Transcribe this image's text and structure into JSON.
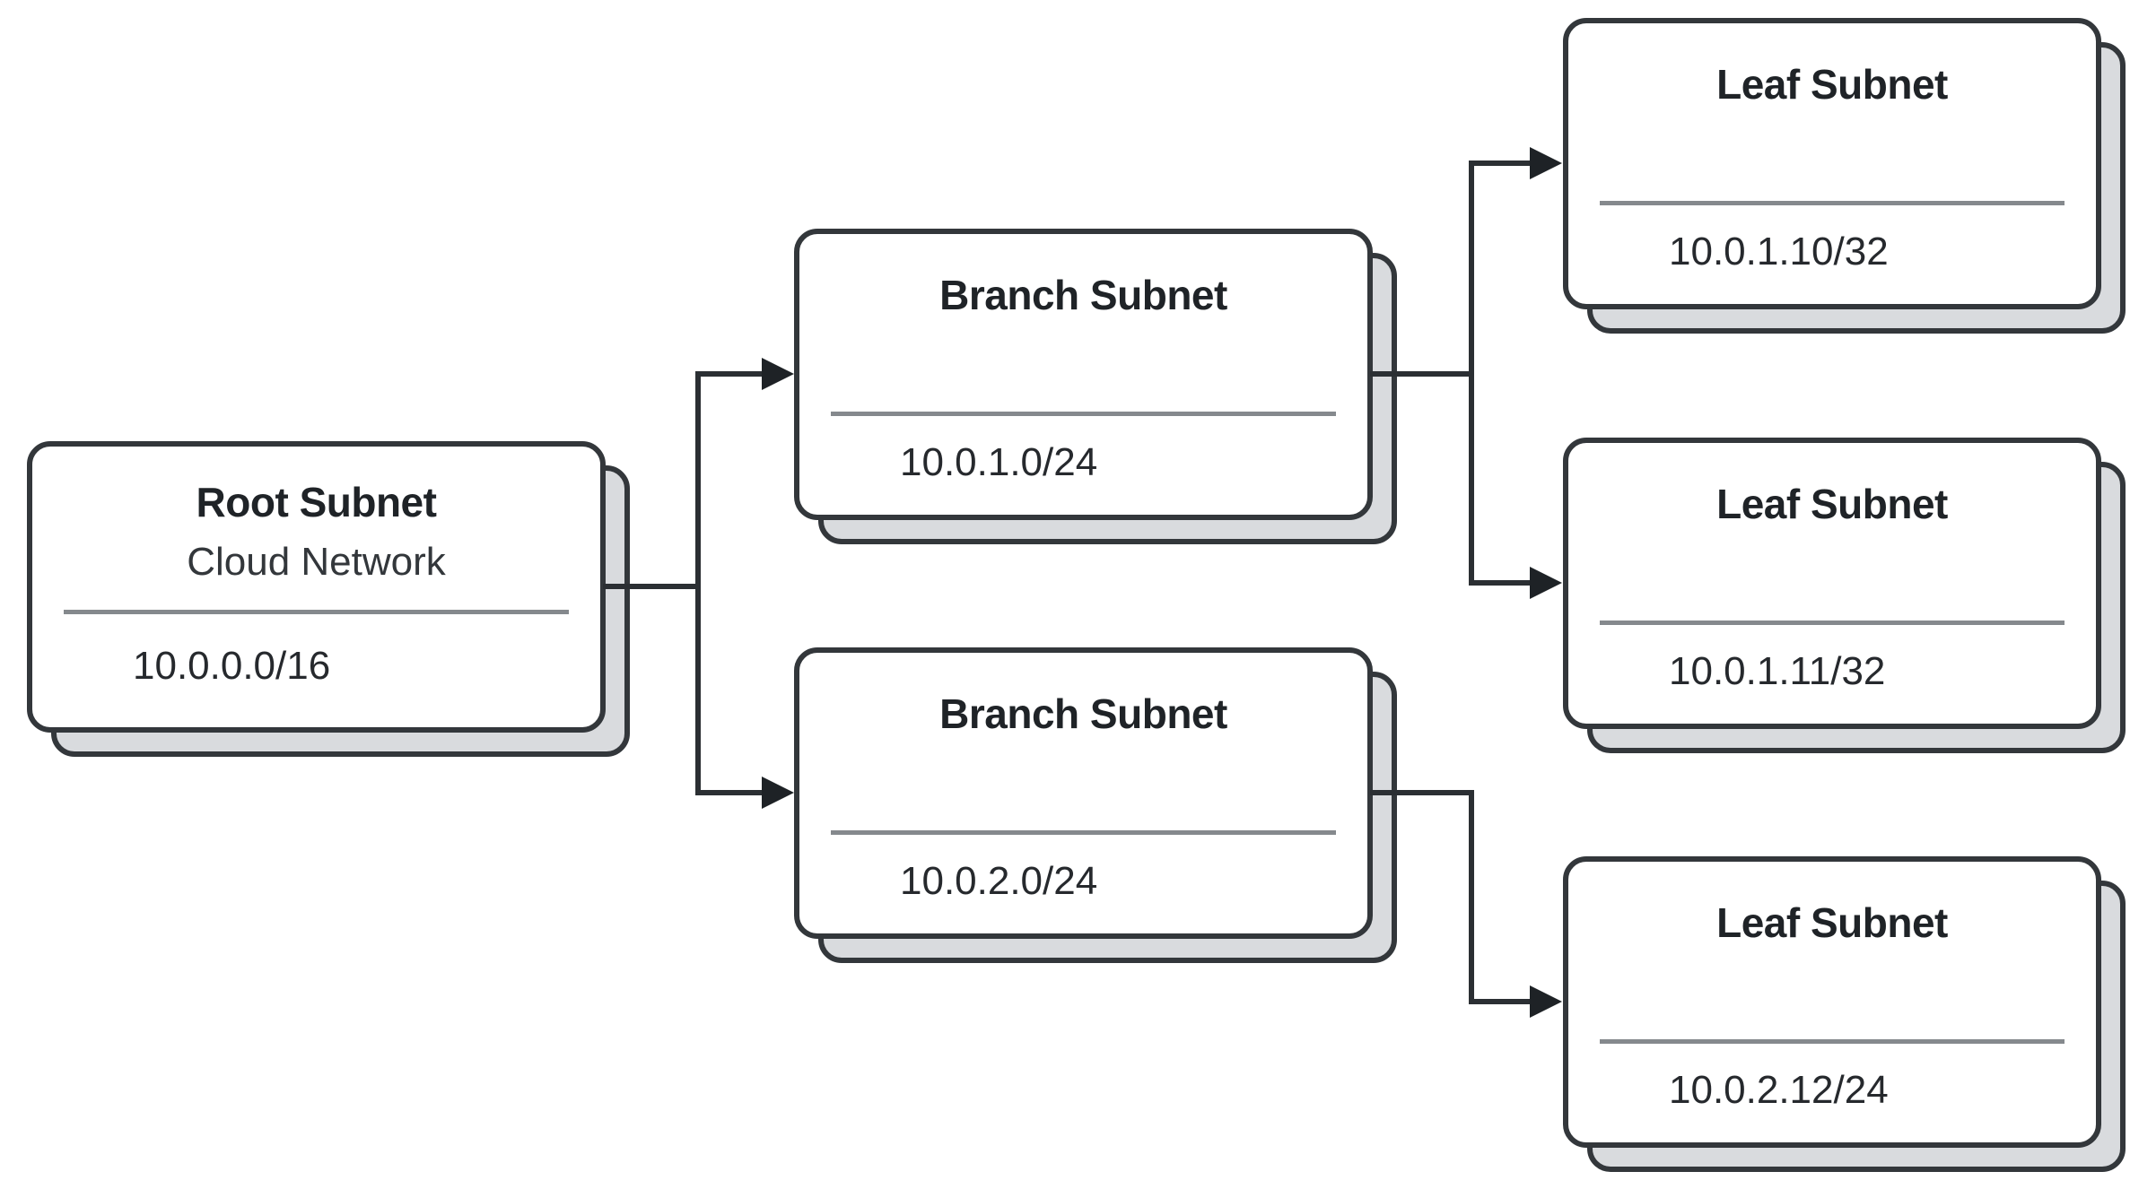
{
  "diagram": {
    "nodes": {
      "root": {
        "title": "Root Subnet",
        "subtitle": "Cloud Network",
        "cidr": "10.0.0.0/16"
      },
      "branch1": {
        "title": "Branch Subnet",
        "cidr": "10.0.1.0/24"
      },
      "branch2": {
        "title": "Branch Subnet",
        "cidr": "10.0.2.0/24"
      },
      "leaf1": {
        "title": "Leaf Subnet",
        "cidr": "10.0.1.10/32"
      },
      "leaf2": {
        "title": "Leaf Subnet",
        "cidr": "10.0.1.11/32"
      },
      "leaf3": {
        "title": "Leaf Subnet",
        "cidr": "10.0.2.12/24"
      }
    },
    "edges": [
      {
        "from": "root",
        "to": "branch1"
      },
      {
        "from": "root",
        "to": "branch2"
      },
      {
        "from": "branch1",
        "to": "leaf1"
      },
      {
        "from": "branch1",
        "to": "leaf2"
      },
      {
        "from": "branch2",
        "to": "leaf3"
      }
    ],
    "colors": {
      "line": "#2b2f33",
      "arrow": "#1e2226",
      "card_border": "#33373b",
      "shadow_fill": "#d9dbde",
      "divider": "#85898d",
      "title_text": "#1f2327",
      "body_text": "#26292d",
      "background": "#ffffff"
    }
  }
}
